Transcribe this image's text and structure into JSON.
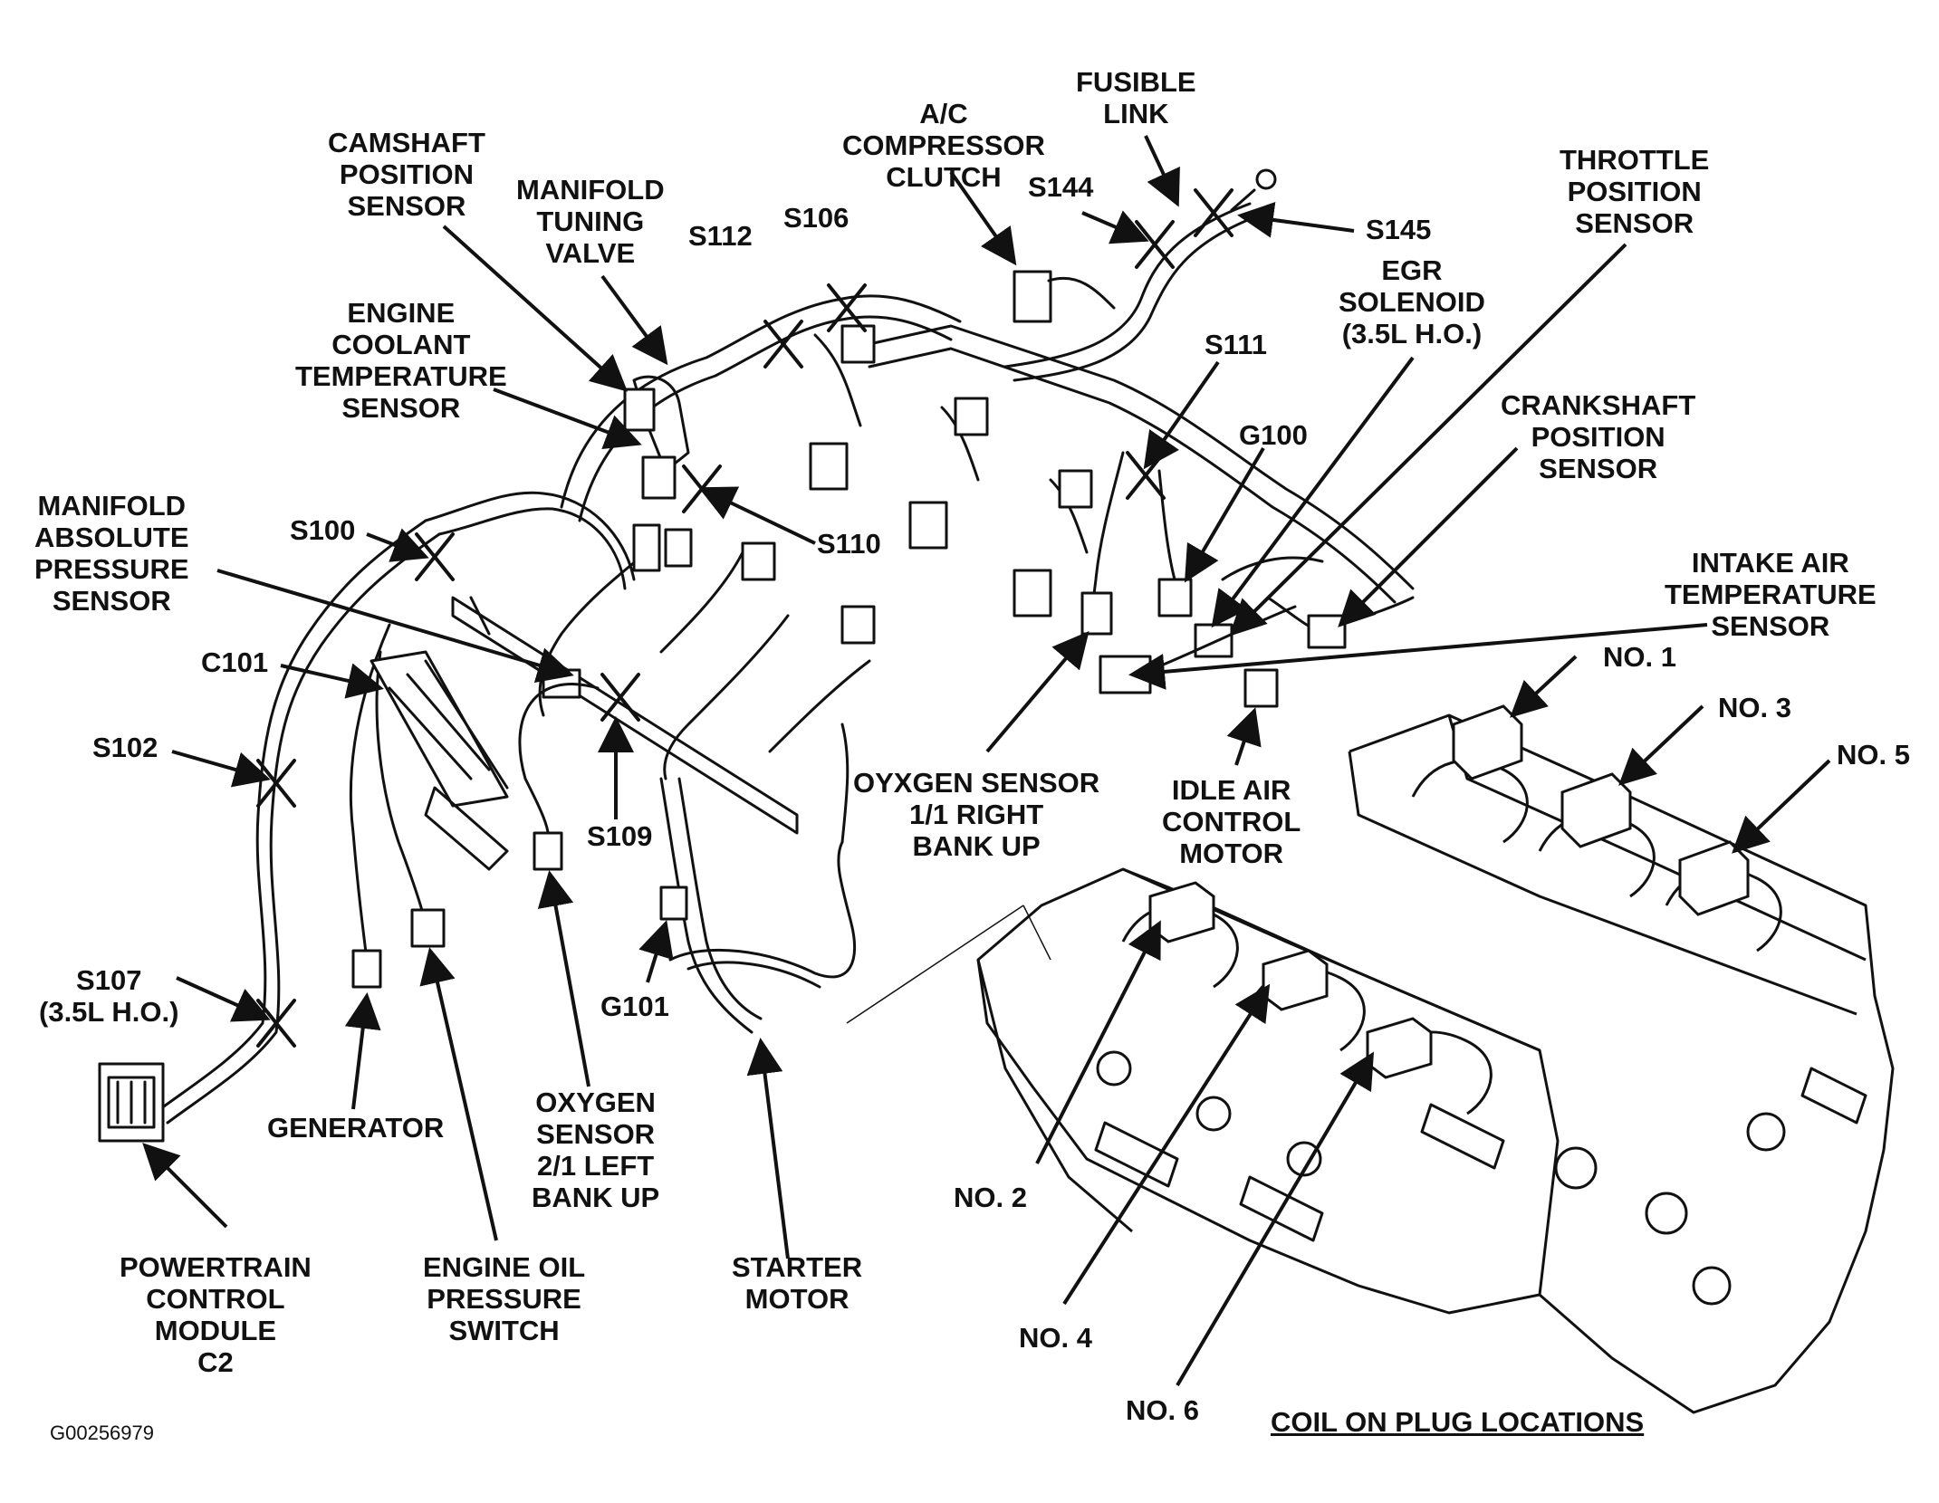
{
  "labels": {
    "ac_compressor_clutch": "A/C\nCOMPRESSOR\nCLUTCH",
    "fusible_link": "FUSIBLE\nLINK",
    "camshaft_position_sensor": "CAMSHAFT\nPOSITION\nSENSOR",
    "manifold_tuning_valve": "MANIFOLD\nTUNING\nVALVE",
    "s112": "S112",
    "s106": "S106",
    "s144": "S144",
    "s145": "S145",
    "throttle_position_sensor": "THROTTLE\nPOSITION\nSENSOR",
    "egr_solenoid": "EGR\nSOLENOID\n(3.5L H.O.)",
    "engine_coolant_temperature_sensor": "ENGINE\nCOOLANT\nTEMPERATURE\nSENSOR",
    "s111": "S111",
    "crankshaft_position_sensor": "CRANKSHAFT\nPOSITION\nSENSOR",
    "g100": "G100",
    "manifold_absolute_pressure_sensor": "MANIFOLD\nABSOLUTE\nPRESSURE\nSENSOR",
    "s100": "S100",
    "s110": "S110",
    "intake_air_temperature_sensor": "INTAKE AIR\nTEMPERATURE\nSENSOR",
    "c101": "C101",
    "no1": "NO. 1",
    "no3": "NO. 3",
    "no5": "NO. 5",
    "s102": "S102",
    "oxygen_sensor_right": "OYXGEN SENSOR\n1/1 RIGHT\nBANK UP",
    "idle_air_control_motor": "IDLE AIR\nCONTROL\nMOTOR",
    "s109": "S109",
    "g101": "G101",
    "s107": "S107\n(3.5L H.O.)",
    "generator": "GENERATOR",
    "oxygen_sensor_left": "OXYGEN\nSENSOR\n2/1 LEFT\nBANK UP",
    "no2": "NO. 2",
    "no4": "NO. 4",
    "no6": "NO. 6",
    "powertrain_control_module": "POWERTRAIN\nCONTROL\nMODULE\nC2",
    "engine_oil_pressure_switch": "ENGINE OIL\nPRESSURE\nSWITCH",
    "starter_motor": "STARTER\nMOTOR",
    "coil_on_plug_locations": "COIL ON PLUG LOCATIONS",
    "figure_code": "G00256979"
  }
}
